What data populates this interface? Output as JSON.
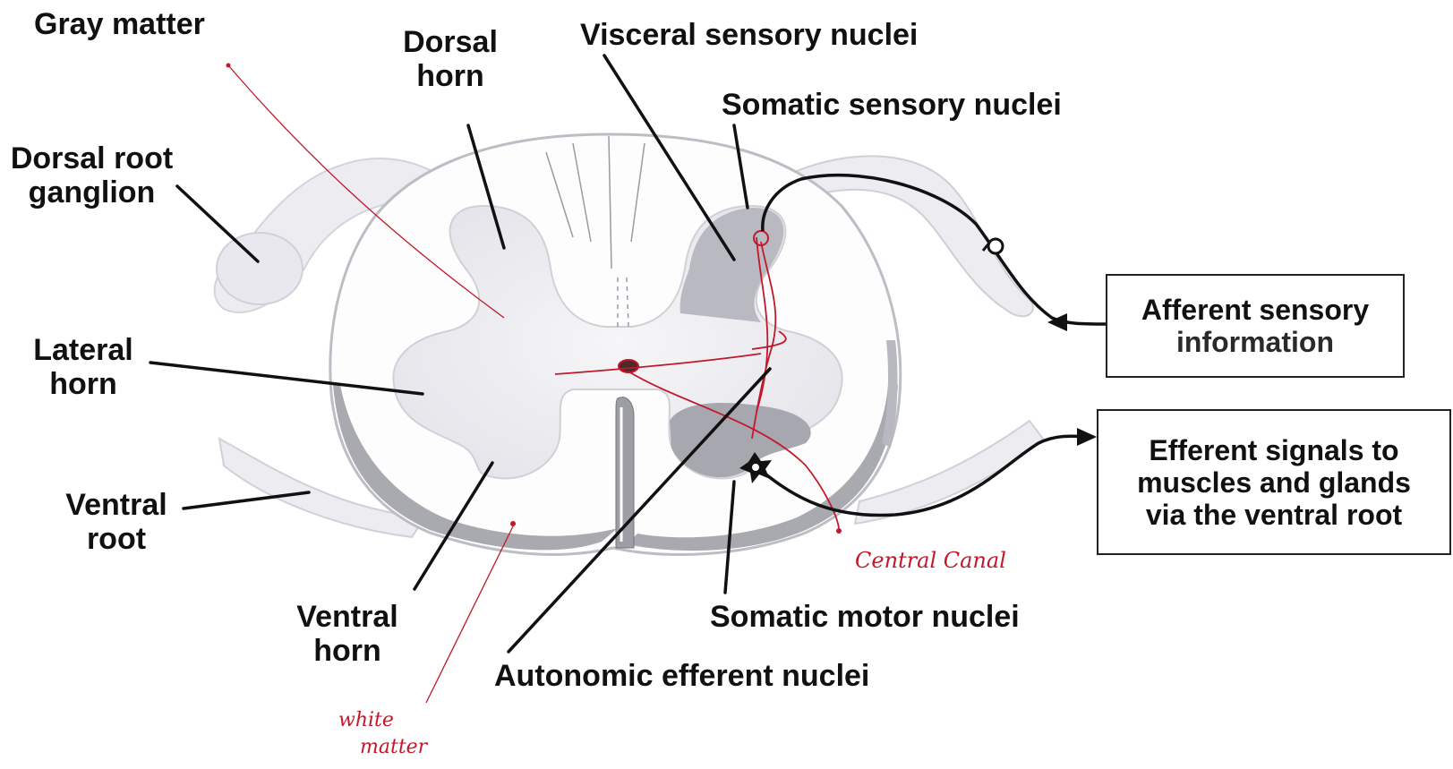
{
  "labels": {
    "gray_matter": "Gray matter",
    "dorsal_horn_1": "Dorsal",
    "dorsal_horn_2": "horn",
    "visceral_sensory": "Visceral sensory nuclei",
    "somatic_sensory": "Somatic sensory nuclei",
    "dorsal_root_ganglion_1": "Dorsal root",
    "dorsal_root_ganglion_2": "ganglion",
    "lateral_horn_1": "Lateral",
    "lateral_horn_2": "horn",
    "ventral_root_1": "Ventral",
    "ventral_root_2": "root",
    "ventral_horn_1": "Ventral",
    "ventral_horn_2": "horn",
    "somatic_motor": "Somatic motor nuclei",
    "autonomic_efferent": "Autonomic efferent nuclei"
  },
  "boxes": {
    "afferent": [
      "Afferent sensory",
      "information"
    ],
    "efferent": [
      "Efferent signals to",
      "muscles and glands",
      "via the ventral root"
    ]
  },
  "handwritten": {
    "central_canal": "Central Canal",
    "white_matter_1": "white",
    "white_matter_2": "matter"
  },
  "colors": {
    "ink": "#111111",
    "annotation_red": "#c2182b",
    "gray_matter_fill": "#ebebf0",
    "white_matter_fill": "#fdfdfd",
    "shade": "#a9a9b0"
  }
}
